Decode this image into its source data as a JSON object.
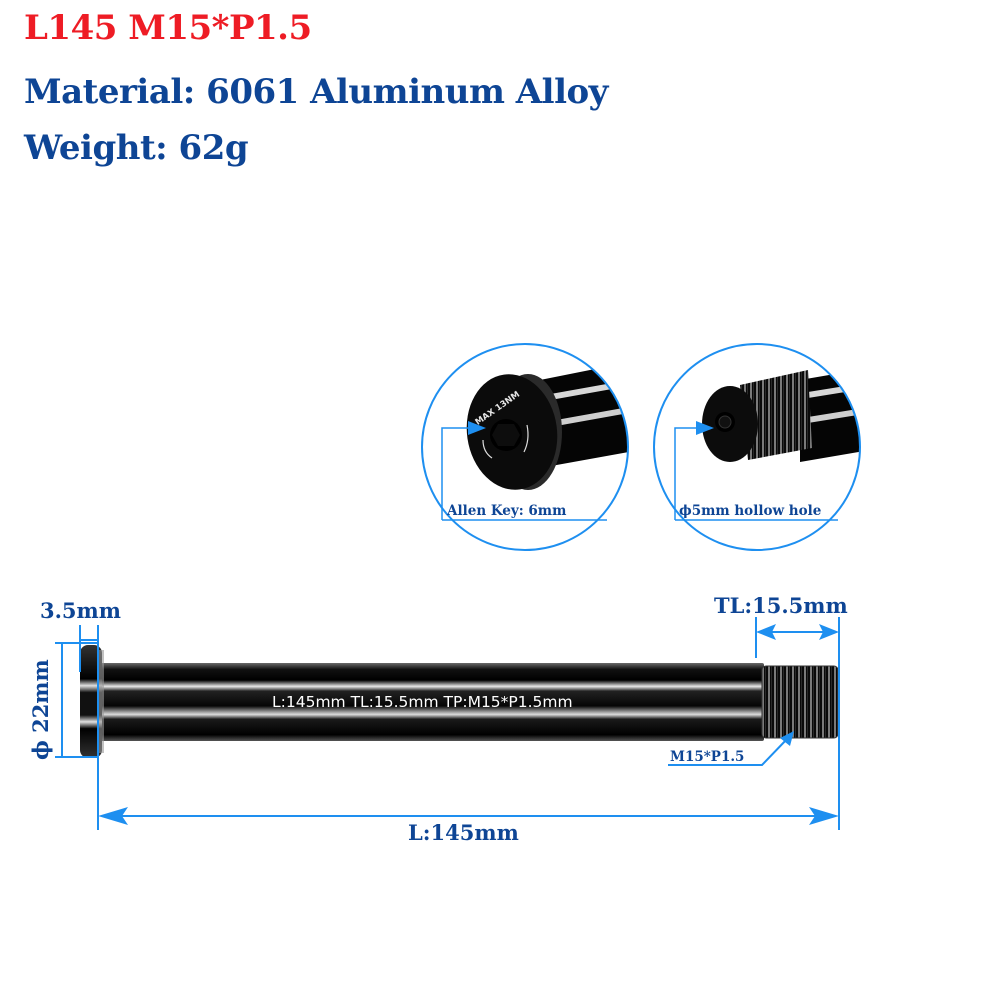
{
  "header": {
    "model": "L145 M15*P1.5",
    "material": "Material: 6061 Aluminum Alloy",
    "weight": "Weight: 62g"
  },
  "detail_views": [
    {
      "name": "head-detail",
      "engraving": "MAX 13NM",
      "callout": "Allen Key: 6mm"
    },
    {
      "name": "thread-end-detail",
      "callout": "ϕ5mm hollow hole"
    }
  ],
  "axle": {
    "engraving": "L:145mm  TL:15.5mm  TP:M15*P1.5mm"
  },
  "dimensions": {
    "head_thickness": "3.5mm",
    "head_diameter": "ϕ 22mm",
    "thread_length": "TL:15.5mm",
    "thread_spec": "M15*P1.5",
    "total_length": "L:145mm"
  },
  "colors": {
    "title_red": "#ee1c25",
    "label_blue": "#0e4595",
    "dimension_line_blue": "#1e8ff0",
    "axle_black": "#0a0a0a"
  }
}
